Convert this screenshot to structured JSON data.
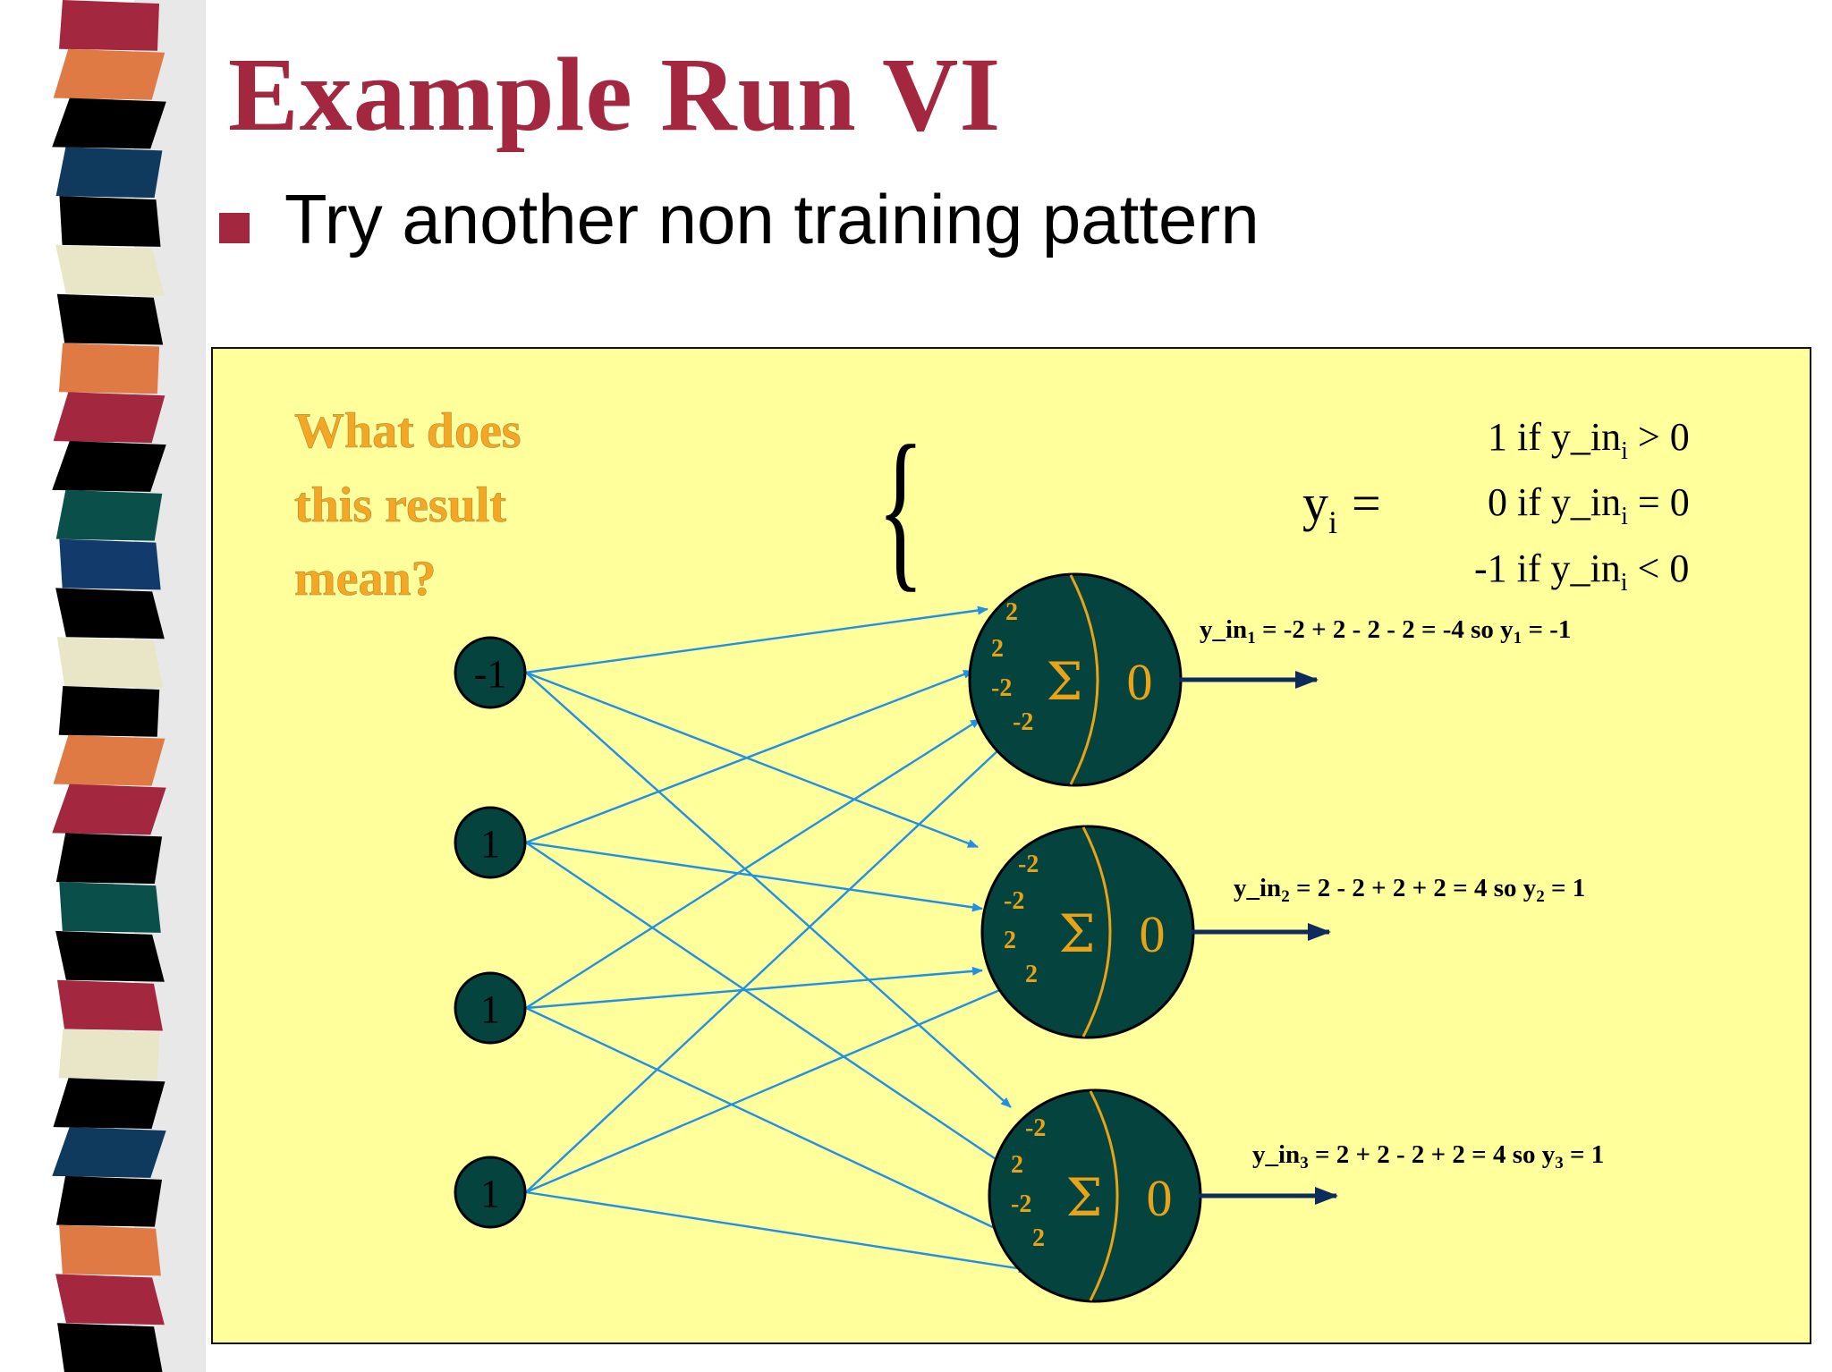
{
  "slide": {
    "title": "Example Run VI",
    "bullet": "Try another non training pattern"
  },
  "diagram": {
    "question_lines": [
      "What does",
      "this result",
      "mean?"
    ],
    "activation": {
      "lhs_base": "y",
      "lhs_sub": "i",
      "equals": "=",
      "cases": [
        {
          "value": "1",
          "cond_pre": " if y_in",
          "sub": "i",
          "cond_post": " > 0"
        },
        {
          "value": "0",
          "cond_pre": " if y_in",
          "sub": "i",
          "cond_post": " = 0"
        },
        {
          "value": "-1",
          "cond_pre": " if y_in",
          "sub": "i",
          "cond_post": " < 0"
        }
      ]
    },
    "inputs": [
      "-1",
      "1",
      "1",
      "1"
    ],
    "neurons": [
      {
        "sum_symbol": "Σ",
        "threshold": "0",
        "weights": [
          "2",
          "2",
          "-2",
          "-2"
        ],
        "result": {
          "pre": "y_in",
          "sub": "1",
          "mid": " = -2 + 2 - 2 - 2 = -4 so y",
          "sub2": "1",
          "post": " = -1"
        }
      },
      {
        "sum_symbol": "Σ",
        "threshold": "0",
        "weights": [
          "-2",
          "-2",
          "2",
          "2"
        ],
        "result": {
          "pre": "y_in",
          "sub": "2",
          "mid": " = 2 - 2 + 2 + 2 = 4 so y",
          "sub2": "2",
          "post": " = 1"
        }
      },
      {
        "sum_symbol": "Σ",
        "threshold": "0",
        "weights": [
          "-2",
          "2",
          "-2",
          "2"
        ],
        "result": {
          "pre": "y_in",
          "sub": "3",
          "mid": " = 2 + 2 - 2 + 2 = 4 so y",
          "sub2": "3",
          "post": " = 1"
        }
      }
    ]
  },
  "colors": {
    "title": "#a3283f",
    "box_bg": "#ffff9c",
    "node_fill": "#05443e",
    "neuron_text": "#e8a317",
    "question_text": "#f5a623",
    "edge": "#1e90e6",
    "output_arrow": "#0d2b5c"
  }
}
